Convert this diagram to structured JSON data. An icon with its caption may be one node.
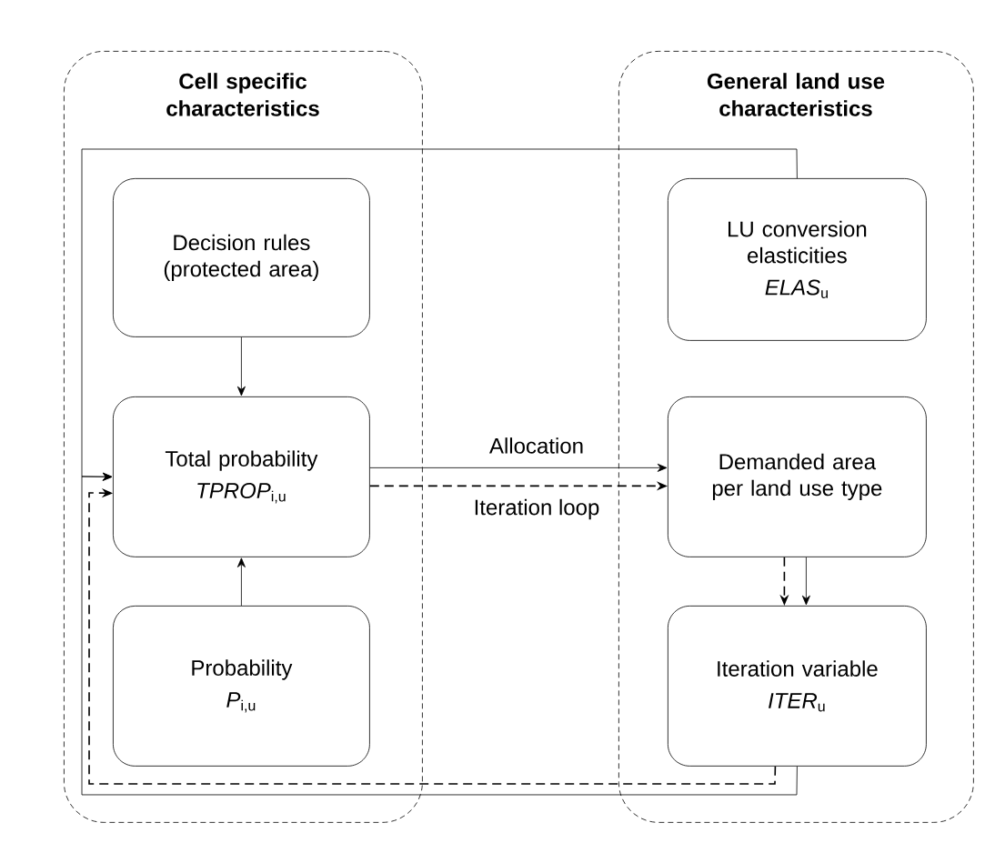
{
  "diagram": {
    "nodes": [
      {
        "text": [
          "Cell specific characteristics"
        ]
      },
      {
        "text": [
          "Decision rules (protected area)"
        ],
        "in": 0
      },
      {
        "text": [
          "Total probability",
          "*TPROP*$_{i,u}$"
        ],
        "in": 0
      },
      {
        "text": [
          "Probability",
          "*P*$_{i,u}$"
        ],
        "in": 0
      },
      {
        "text": [
          "General land use characteristics"
        ]
      },
      {
        "text": [
          "LU conversion elasticities",
          "*ELAS*$_{u}$"
        ],
        "in": 4
      },
      {
        "text": [
          "Demanded area per land use type"
        ],
        "in": 4
      },
      {
        "text": [
          "Iteration variable",
          "*ITER*$_{u}$"
        ],
        "in": 4
      }
    ],
    "edges": [
      {
        "from": 1,
        "to": 2,
        "arrow": "to"
      },
      {
        "from": 3,
        "to": 2,
        "arrow": "to"
      },
      {
        "from": 2,
        "to": 6,
        "arrow": "to",
        "label": "Allocation"
      },
      {
        "from": 2,
        "to": 6,
        "arrow": "to",
        "label": "Iteration loop",
        "style": "dashed"
      },
      {
        "from": 6,
        "to": 7,
        "arrow": "to"
      },
      {
        "from": 6,
        "to": 7,
        "arrow": "to",
        "style": "dashed"
      },
      {
        "from": 5,
        "to": 2,
        "arrow": "to"
      },
      {
        "from": 7,
        "to": 2,
        "arrow": "to"
      },
      {
        "from": 7,
        "to": 2,
        "arrow": "to",
        "style": "dashed"
      }
    ]
  }
}
